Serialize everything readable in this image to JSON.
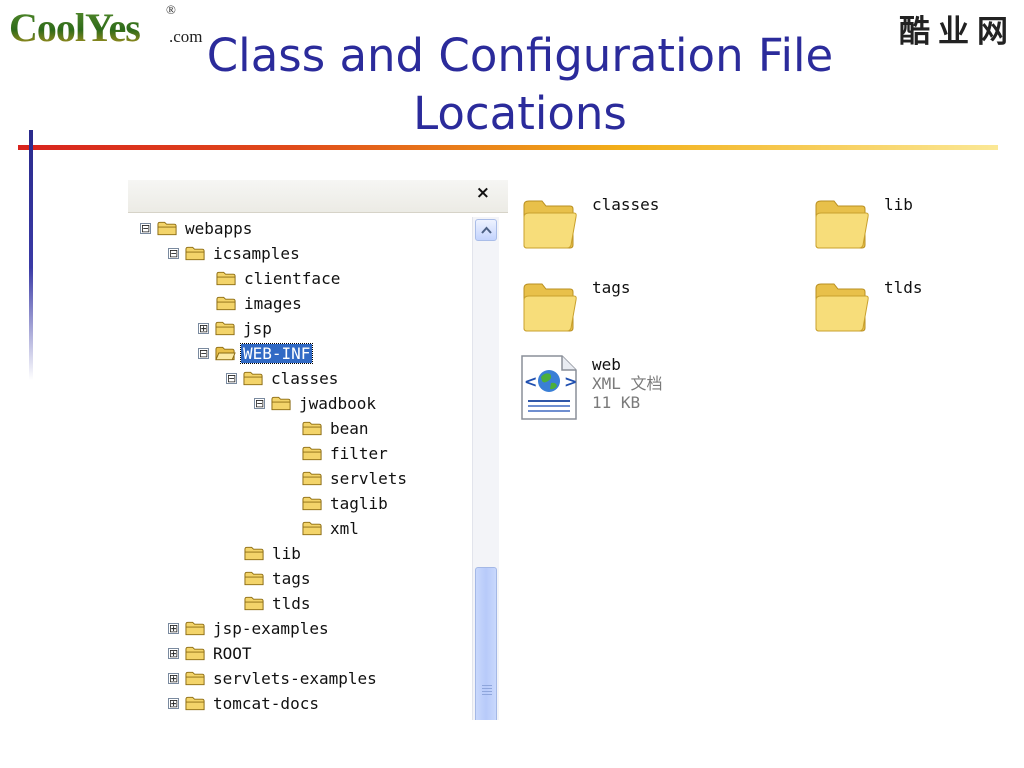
{
  "branding": {
    "logo_text": "CoolYes",
    "logo_registered": "®",
    "logo_suffix": ".com",
    "brand_cn": "酷业网"
  },
  "slide": {
    "title_line1": "Class and Configuration File",
    "title_line2": "Locations"
  },
  "colors": {
    "title": "#2b2b9b",
    "accent_line_start": "#d8231e",
    "accent_line_end": "#fbe896",
    "selection": "#316ac5",
    "folder_fill": "#f7dd7a"
  },
  "tree_pane": {
    "close_label": "×",
    "close_icon": "close-icon",
    "items": [
      {
        "label": "webapps",
        "expander": "⊟",
        "state": "expanded"
      },
      {
        "label": "icsamples",
        "expander": "⊟",
        "state": "expanded"
      },
      {
        "label": "clientface",
        "expander": "",
        "state": "leaf"
      },
      {
        "label": "images",
        "expander": "",
        "state": "leaf"
      },
      {
        "label": "jsp",
        "expander": "⊞",
        "state": "collapsed"
      },
      {
        "label": "WEB-INF",
        "expander": "⊟",
        "state": "expanded-selected"
      },
      {
        "label": "classes",
        "expander": "⊟",
        "state": "expanded"
      },
      {
        "label": "jwadbook",
        "expander": "⊟",
        "state": "expanded"
      },
      {
        "label": "bean",
        "expander": "",
        "state": "leaf"
      },
      {
        "label": "filter",
        "expander": "",
        "state": "leaf"
      },
      {
        "label": "servlets",
        "expander": "",
        "state": "leaf"
      },
      {
        "label": "taglib",
        "expander": "",
        "state": "leaf"
      },
      {
        "label": "xml",
        "expander": "",
        "state": "leaf"
      },
      {
        "label": "lib",
        "expander": "",
        "state": "leaf"
      },
      {
        "label": "tags",
        "expander": "",
        "state": "leaf"
      },
      {
        "label": "tlds",
        "expander": "",
        "state": "leaf"
      },
      {
        "label": "jsp-examples",
        "expander": "⊞",
        "state": "collapsed"
      },
      {
        "label": "ROOT",
        "expander": "⊞",
        "state": "collapsed"
      },
      {
        "label": "servlets-examples",
        "expander": "⊞",
        "state": "collapsed"
      },
      {
        "label": "tomcat-docs",
        "expander": "⊞",
        "state": "collapsed"
      }
    ],
    "selected_item": "WEB-INF"
  },
  "content_pane": {
    "folders": [
      {
        "name": "classes",
        "icon": "folder-icon"
      },
      {
        "name": "lib",
        "icon": "folder-icon"
      },
      {
        "name": "tags",
        "icon": "folder-icon"
      },
      {
        "name": "tlds",
        "icon": "folder-icon"
      }
    ],
    "file": {
      "name": "web",
      "type": "XML 文档",
      "size": "11 KB",
      "icon": "xml-file-icon"
    }
  }
}
